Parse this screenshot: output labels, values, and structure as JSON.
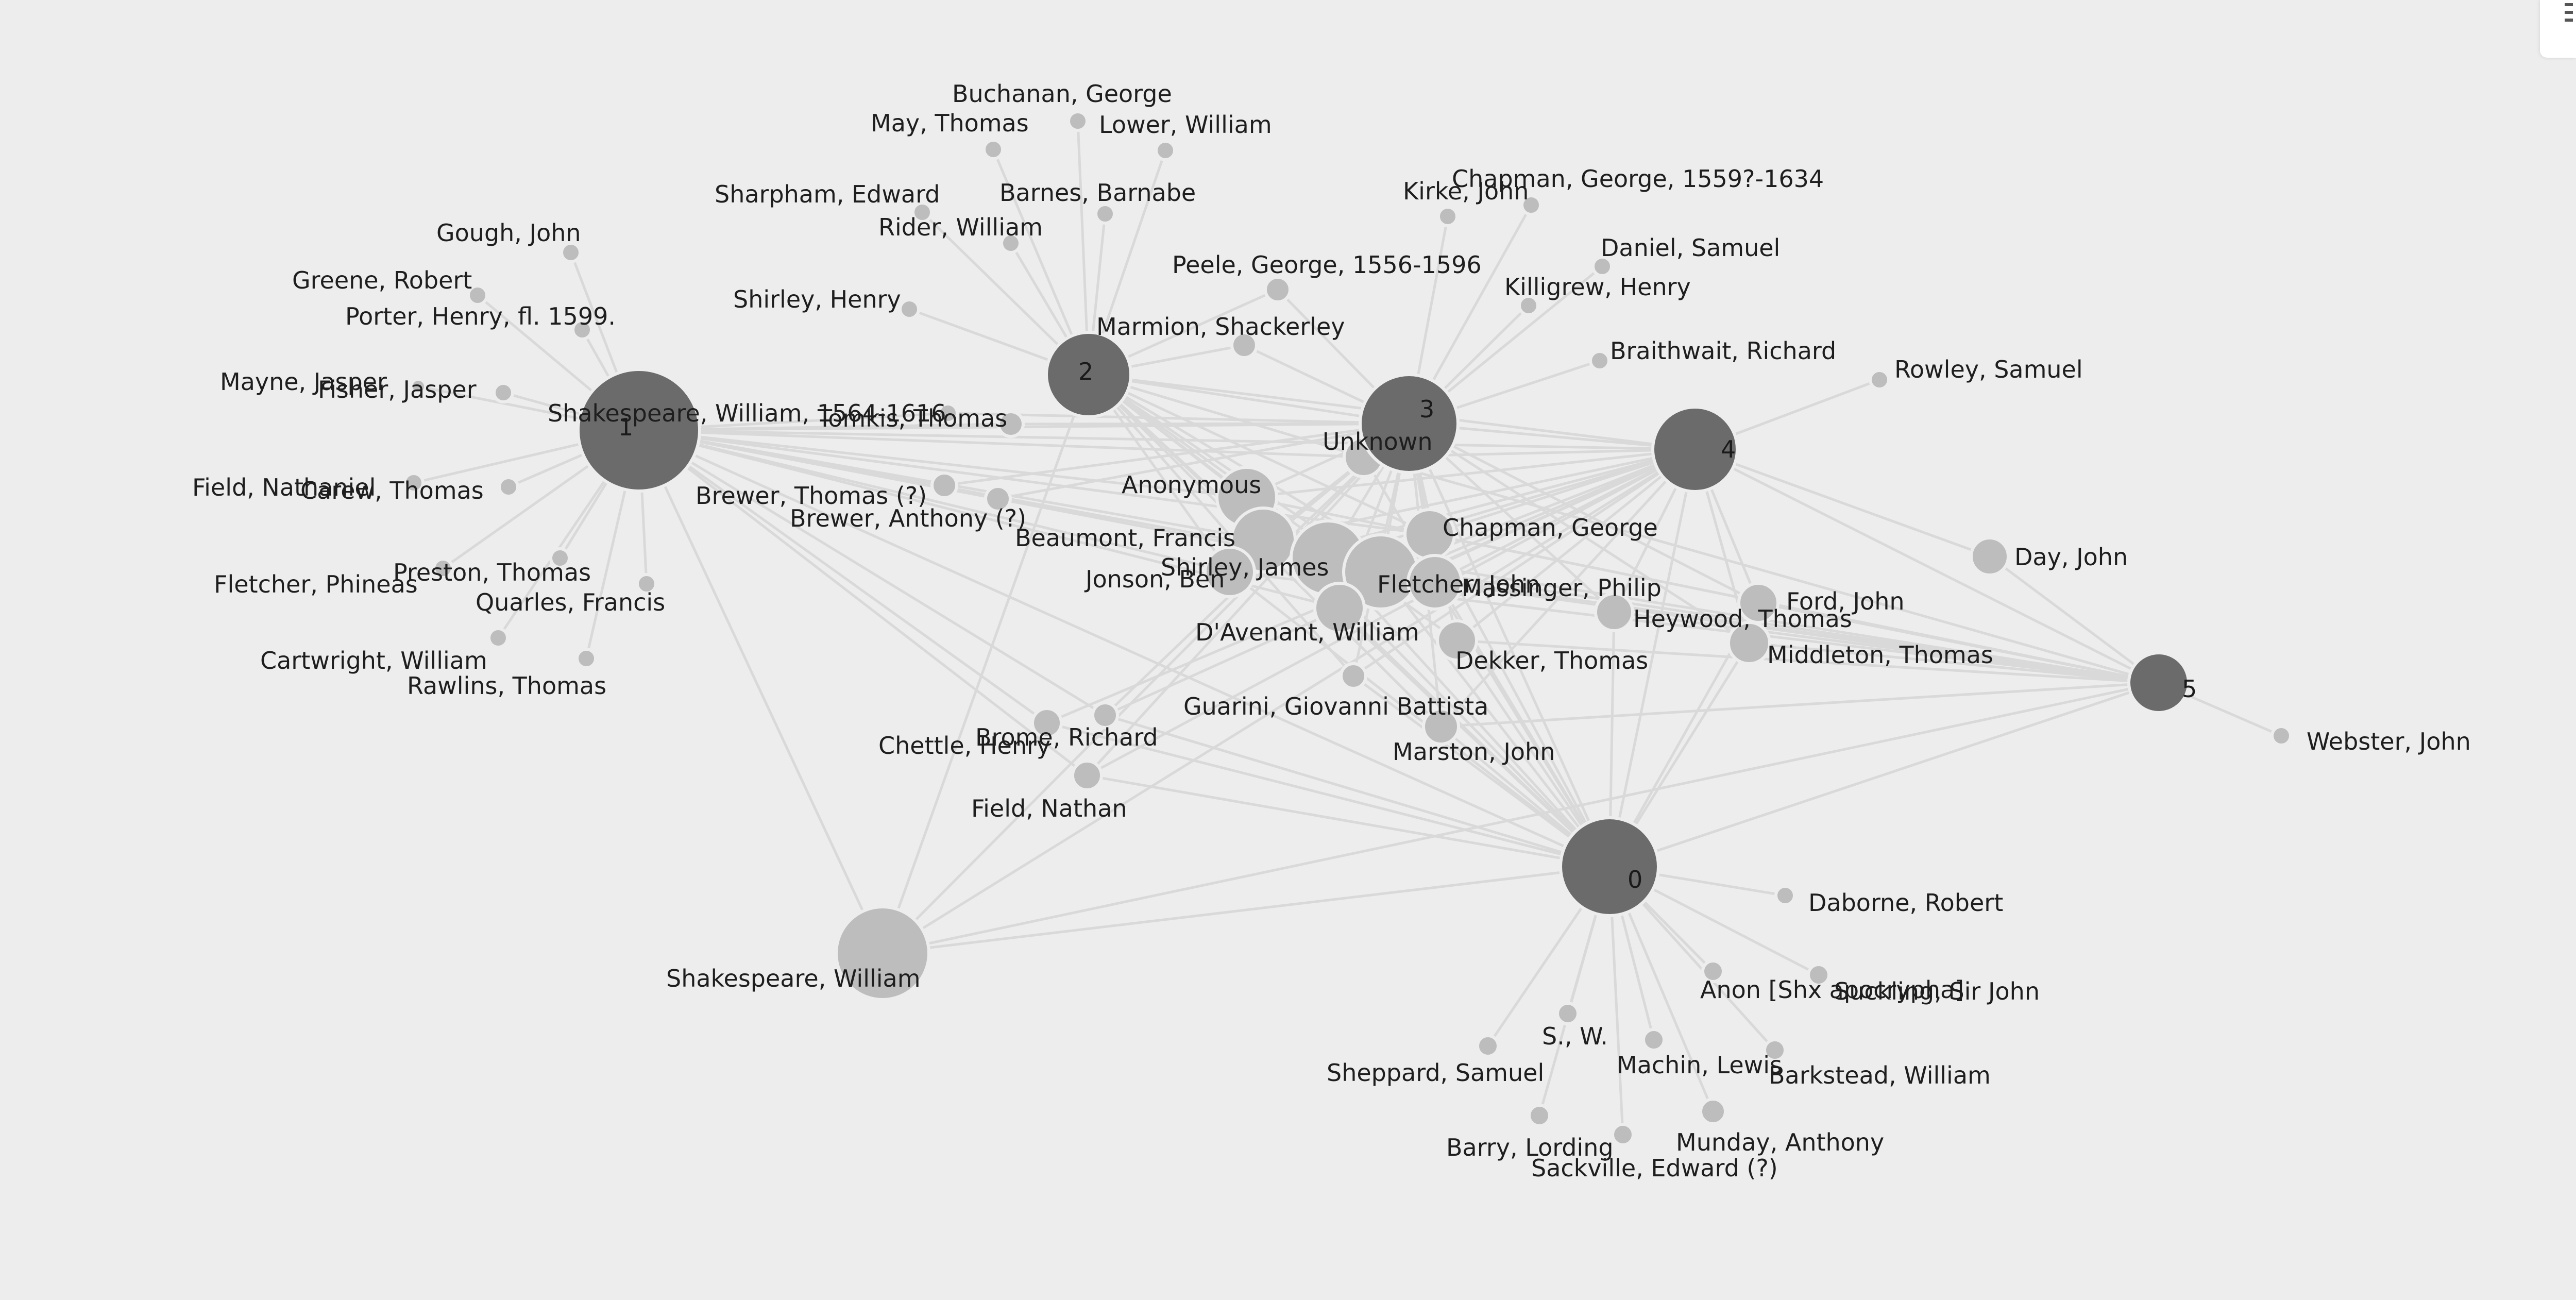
{
  "graph": {
    "clusters": [
      {
        "id": "0",
        "label": "0"
      },
      {
        "id": "1",
        "label": "1"
      },
      {
        "id": "2",
        "label": "2"
      },
      {
        "id": "3",
        "label": "3"
      },
      {
        "id": "4",
        "label": "4"
      },
      {
        "id": "5",
        "label": "5"
      }
    ],
    "authors": [
      {
        "id": "a01",
        "label": "Buchanan, George"
      },
      {
        "id": "a02",
        "label": "May, Thomas"
      },
      {
        "id": "a03",
        "label": "Lower, William"
      },
      {
        "id": "a04",
        "label": "Sharpham, Edward"
      },
      {
        "id": "a05",
        "label": "Barnes, Barnabe"
      },
      {
        "id": "a06",
        "label": "Rider, William"
      },
      {
        "id": "a07",
        "label": "Gough, John"
      },
      {
        "id": "a08",
        "label": "Greene, Robert"
      },
      {
        "id": "a09",
        "label": "Porter, Henry, fl. 1599."
      },
      {
        "id": "a10",
        "label": "Shirley, Henry"
      },
      {
        "id": "a11",
        "label": "Mayne, Jasper"
      },
      {
        "id": "a12",
        "label": "Fisher, Jasper"
      },
      {
        "id": "a13",
        "label": "Shakespeare, William, 1564-1616"
      },
      {
        "id": "a14",
        "label": "Tomkis, Thomas"
      },
      {
        "id": "a15",
        "label": "Field, Nathaniel"
      },
      {
        "id": "a16",
        "label": "Carew, Thomas"
      },
      {
        "id": "a17",
        "label": "Brewer, Thomas (?)"
      },
      {
        "id": "a18",
        "label": "Brewer, Anthony (?)"
      },
      {
        "id": "a19",
        "label": "Preston, Thomas"
      },
      {
        "id": "a20",
        "label": "Fletcher, Phineas"
      },
      {
        "id": "a21",
        "label": "Quarles, Francis"
      },
      {
        "id": "a22",
        "label": "Cartwright, William"
      },
      {
        "id": "a23",
        "label": "Rawlins, Thomas"
      },
      {
        "id": "a24",
        "label": "Chapman, George, 1559?-1634"
      },
      {
        "id": "a25",
        "label": "Kirke, John"
      },
      {
        "id": "a26",
        "label": "Daniel, Samuel"
      },
      {
        "id": "a27",
        "label": "Peele, George, 1556-1596"
      },
      {
        "id": "a28",
        "label": "Killigrew, Henry"
      },
      {
        "id": "a29",
        "label": "Marmion, Shackerley"
      },
      {
        "id": "a30",
        "label": "Braithwait, Richard"
      },
      {
        "id": "a31",
        "label": "Rowley, Samuel"
      },
      {
        "id": "a32",
        "label": "Unknown"
      },
      {
        "id": "a33",
        "label": "Anonymous"
      },
      {
        "id": "a34",
        "label": "Beaumont, Francis"
      },
      {
        "id": "a35",
        "label": "Chapman, George"
      },
      {
        "id": "a36",
        "label": "Shirley, James"
      },
      {
        "id": "a37",
        "label": "Jonson, Ben"
      },
      {
        "id": "a38",
        "label": "Fletcher, John"
      },
      {
        "id": "a39",
        "label": "Massinger, Philip"
      },
      {
        "id": "a40",
        "label": "Day, John"
      },
      {
        "id": "a41",
        "label": "Ford, John"
      },
      {
        "id": "a42",
        "label": "Heywood, Thomas"
      },
      {
        "id": "a43",
        "label": "Middleton, Thomas"
      },
      {
        "id": "a44",
        "label": "D'Avenant, William"
      },
      {
        "id": "a45",
        "label": "Dekker, Thomas"
      },
      {
        "id": "a46",
        "label": "Guarini, Giovanni Battista"
      },
      {
        "id": "a47",
        "label": "Webster, John"
      },
      {
        "id": "a48",
        "label": "Chettle, Henry"
      },
      {
        "id": "a49",
        "label": "Brome, Richard"
      },
      {
        "id": "a50",
        "label": "Marston, John"
      },
      {
        "id": "a51",
        "label": "Field, Nathan"
      },
      {
        "id": "a52",
        "label": "Daborne, Robert"
      },
      {
        "id": "a53",
        "label": "Shakespeare, William"
      },
      {
        "id": "a54",
        "label": "Anon [Shx apocrypha]"
      },
      {
        "id": "a55",
        "label": "Suckling, Sir John"
      },
      {
        "id": "a56",
        "label": "S., W."
      },
      {
        "id": "a57",
        "label": "Sheppard, Samuel"
      },
      {
        "id": "a58",
        "label": "Machin, Lewis"
      },
      {
        "id": "a59",
        "label": "Barkstead, William"
      },
      {
        "id": "a60",
        "label": "Barry, Lording"
      },
      {
        "id": "a61",
        "label": "Munday, Anthony"
      },
      {
        "id": "a62",
        "label": "Sackville, Edward (?)"
      }
    ]
  },
  "colors": {
    "background": "#ededed",
    "edge": "#d9d9d9",
    "author_node": "#bdbdbd",
    "cluster_node": "#6b6b6b",
    "label_text": "#1e1e1e"
  },
  "menu": {
    "icon": "menu-icon"
  }
}
